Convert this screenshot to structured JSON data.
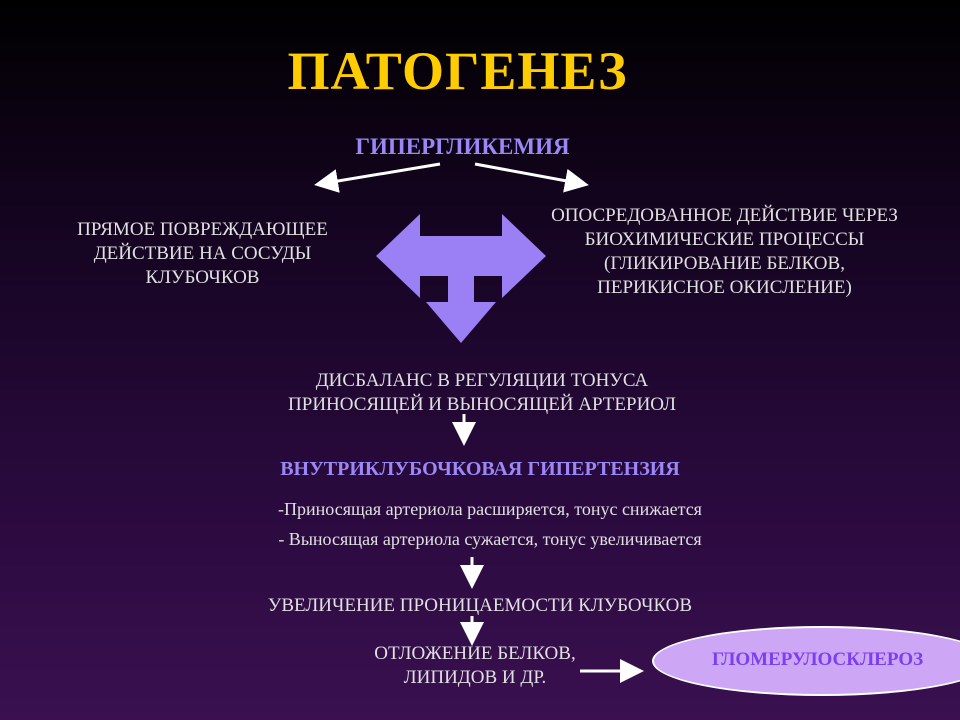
{
  "title": "ПАТОГЕНЕЗ",
  "hyperglycemia": "ГИПЕРГЛИКЕМИЯ",
  "direct_action": [
    "ПРЯМОЕ ПОВРЕЖДАЮЩЕЕ",
    "ДЕЙСТВИЕ НА СОСУДЫ",
    "КЛУБОЧКОВ"
  ],
  "mediated_action": [
    "ОПОСРЕДОВАННОЕ ДЕЙСТВИЕ  ЧЕРЕЗ",
    "БИОХИМИЧЕСКИЕ ПРОЦЕССЫ",
    "(ГЛИКИРОВАНИЕ БЕЛКОВ,",
    "ПЕРИКИСНОЕ ОКИСЛЕНИЕ)"
  ],
  "imbalance": [
    "ДИСБАЛАНС В РЕГУЛЯЦИИ ТОНУСА",
    "ПРИНОСЯЩЕЙ И ВЫНОСЯЩЕЙ АРТЕРИОЛ"
  ],
  "hypertension": "ВНУТРИКЛУБОЧКОВАЯ ГИПЕРТЕНЗИЯ",
  "afferent": "-Приносящая артериола расширяется, тонус снижается",
  "efferent": "- Выносящая артериола сужается, тонус увеличивается",
  "permeability": "УВЕЛИЧЕНИЕ ПРОНИЦАЕМОСТИ КЛУБОЧКОВ",
  "deposition": [
    "ОТЛОЖЕНИЕ БЕЛКОВ,",
    "ЛИПИДОВ И ДР."
  ],
  "glomerulosclerosis": "ГЛОМЕРУЛОСКЛЕРОЗ",
  "colors": {
    "title": "#ffcc00",
    "heading": "#9b87f5",
    "text": "#e0e0e0",
    "big_arrow": "#9b7ff5",
    "ellipse_fill": "#cda7f5",
    "ellipse_text": "#7b3ff0"
  }
}
